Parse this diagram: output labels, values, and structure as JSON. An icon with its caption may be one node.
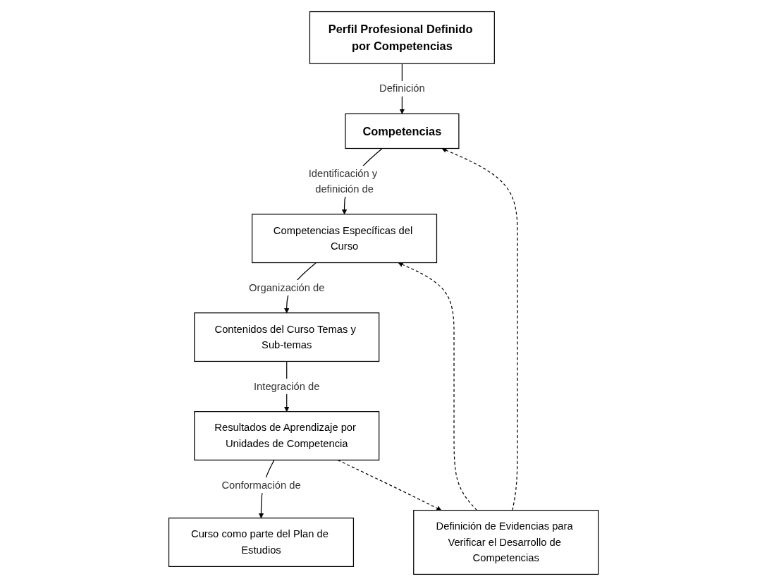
{
  "diagram": {
    "nodes": [
      {
        "text": [
          "Curso como parte del Plan de Estudios"
        ]
      },
      {
        "text": [
          "Competencias"
        ]
      },
      {
        "text": [
          "Perfil Profesional Definido por Competencias"
        ]
      },
      {
        "text": [
          "Resultados de Aprendizaje por Unidades de Competencia"
        ]
      },
      {
        "text": [
          "Competencias Específicas del Curso"
        ]
      },
      {
        "text": [
          "Contenidos del Curso Temas y Sub-temas"
        ]
      },
      {
        "text": [
          "Definición de Evidencias para Verificar el Desarrollo de Competencias"
        ]
      }
    ],
    "edges": [
      {
        "from": 2,
        "to": 1,
        "arrow": "to",
        "label": "Definición"
      },
      {
        "from": 1,
        "to": 4,
        "arrow": "to",
        "label": "Identificación y definición de"
      },
      {
        "from": 3,
        "to": 0,
        "arrow": "to",
        "label": "Conformación de"
      },
      {
        "from": 4,
        "to": 5,
        "arrow": "to",
        "label": "Organización de"
      },
      {
        "from": 5,
        "to": 3,
        "arrow": "to",
        "label": "Integración de"
      },
      {
        "from": 3,
        "to": 6,
        "arrow": "to",
        "style": "dashed"
      },
      {
        "from": 6,
        "to": 4,
        "arrow": "to",
        "style": "dashed"
      },
      {
        "from": 6,
        "to": 1,
        "arrow": "to",
        "style": "dashed"
      }
    ]
  }
}
